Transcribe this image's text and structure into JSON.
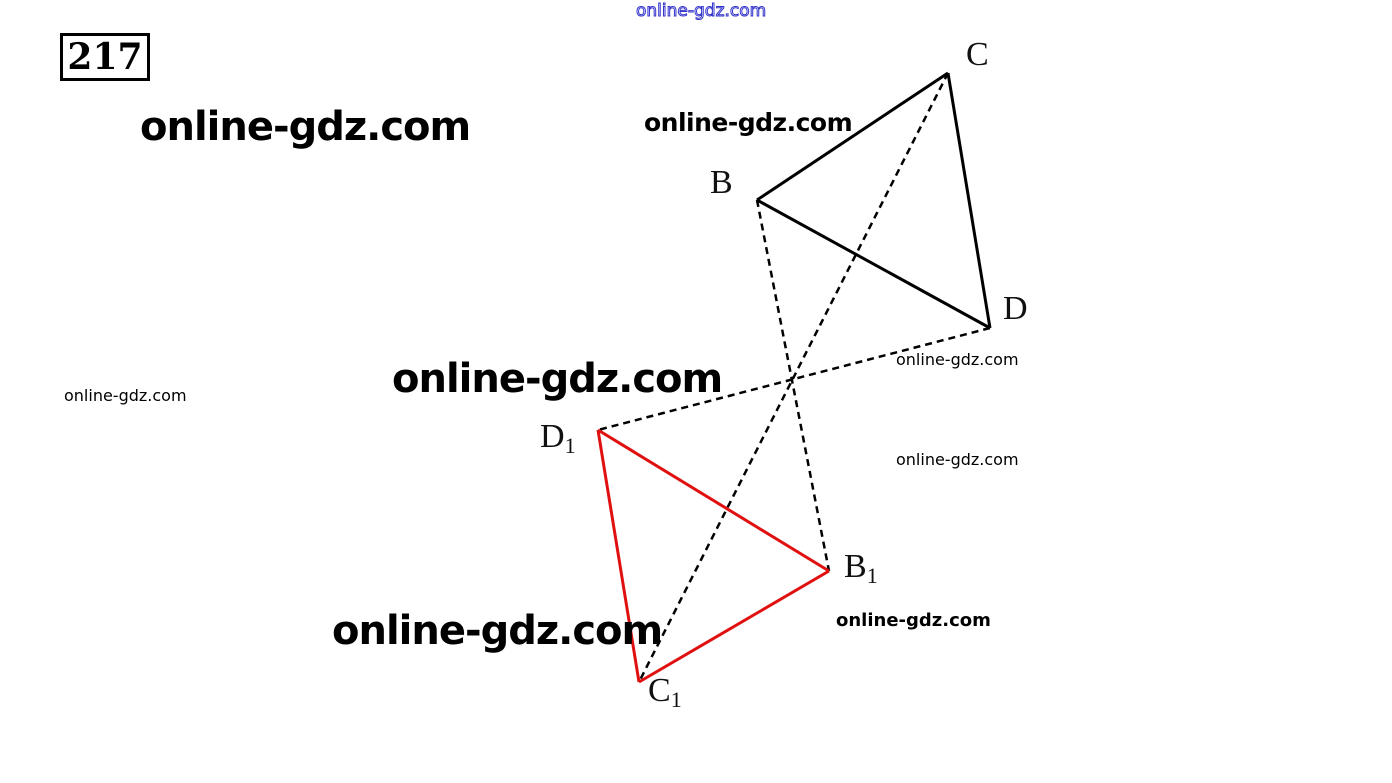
{
  "problem_number": "217",
  "watermarks": {
    "top": "online-gdz.com",
    "w1": "online-gdz.com",
    "w2": "online-gdz.com",
    "w3": "online-gdz.com",
    "w4": "online-gdz.com",
    "w5": "online-gdz.com",
    "w6": "online-gdz.com",
    "w7": "online-gdz.com",
    "w8": "online-gdz.com"
  },
  "points": {
    "B": {
      "name": "B",
      "sub": ""
    },
    "C": {
      "name": "C",
      "sub": ""
    },
    "D": {
      "name": "D",
      "sub": ""
    },
    "B1": {
      "name": "B",
      "sub": "1"
    },
    "C1": {
      "name": "C",
      "sub": "1"
    },
    "D1": {
      "name": "D",
      "sub": "1"
    }
  },
  "segments": [
    {
      "from": "B",
      "to": "C",
      "style": "solid"
    },
    {
      "from": "C",
      "to": "D",
      "style": "solid"
    },
    {
      "from": "B",
      "to": "D",
      "style": "solid"
    },
    {
      "from": "C",
      "to": "C1",
      "style": "dashed"
    },
    {
      "from": "B",
      "to": "B1",
      "style": "dashed"
    },
    {
      "from": "D",
      "to": "D1",
      "style": "dashed"
    },
    {
      "from": "D1",
      "to": "B1",
      "style": "red"
    },
    {
      "from": "B1",
      "to": "C1",
      "style": "red"
    },
    {
      "from": "C1",
      "to": "D1",
      "style": "red"
    }
  ],
  "colors": {
    "solid": "#000000",
    "dashed": "#000000",
    "red": "#e01010",
    "watermark_top": "#3333cc"
  }
}
